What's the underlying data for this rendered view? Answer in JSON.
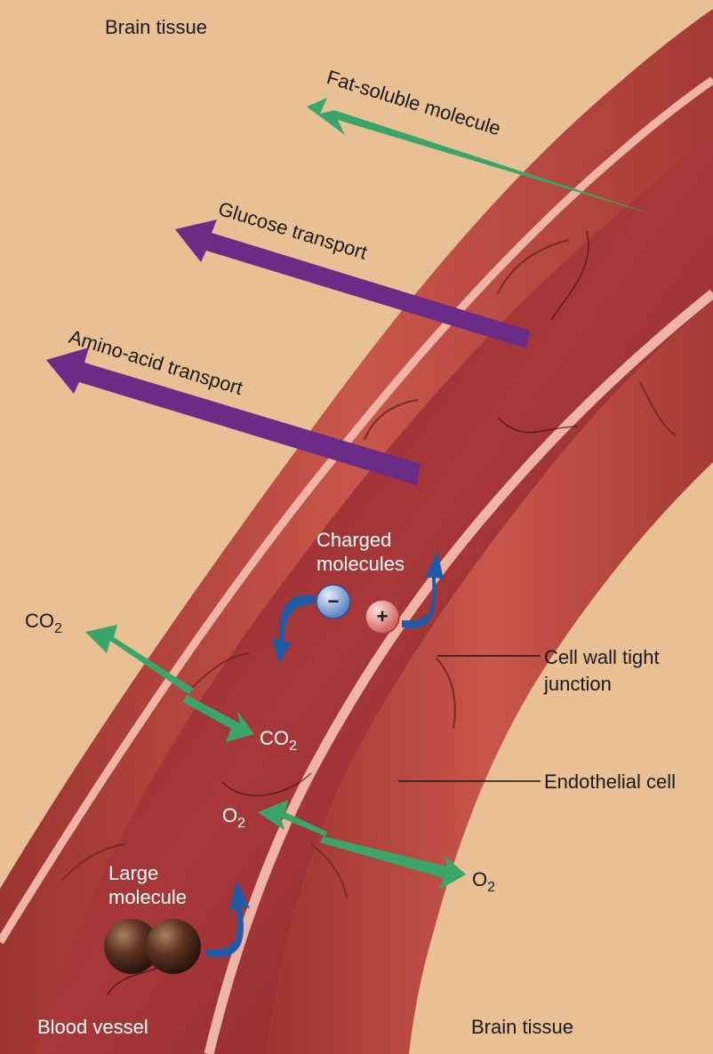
{
  "labels": {
    "brain_tissue_top": "Brain tissue",
    "brain_tissue_bottom": "Brain tissue",
    "blood_vessel": "Blood vessel",
    "fat_soluble": "Fat-soluble molecule",
    "glucose": "Glucose transport",
    "amino_acid": "Amino-acid transport",
    "charged_line1": "Charged",
    "charged_line2": "molecules",
    "cell_wall_line1": "Cell wall tight",
    "cell_wall_line2": "junction",
    "endothelial": "Endothelial cell",
    "large_line1": "Large",
    "large_line2": "molecule",
    "co2_base": "CO",
    "o2_base": "O",
    "subscript_2": "2",
    "minus_sign": "−",
    "plus_sign": "+"
  },
  "colors": {
    "background": "#e8c093",
    "vessel_wall": "#b8433c",
    "lumen": "#8e2526",
    "membrane": "#f0b4a6",
    "fat_arrow": "#3aa56a",
    "transport_arrow": "#6a2c86",
    "charged_arrow": "#1f5aa6",
    "molecule": "#4a2a1a"
  },
  "icons": [
    "negative-ion-icon",
    "positive-ion-icon",
    "large-molecule-icon"
  ]
}
